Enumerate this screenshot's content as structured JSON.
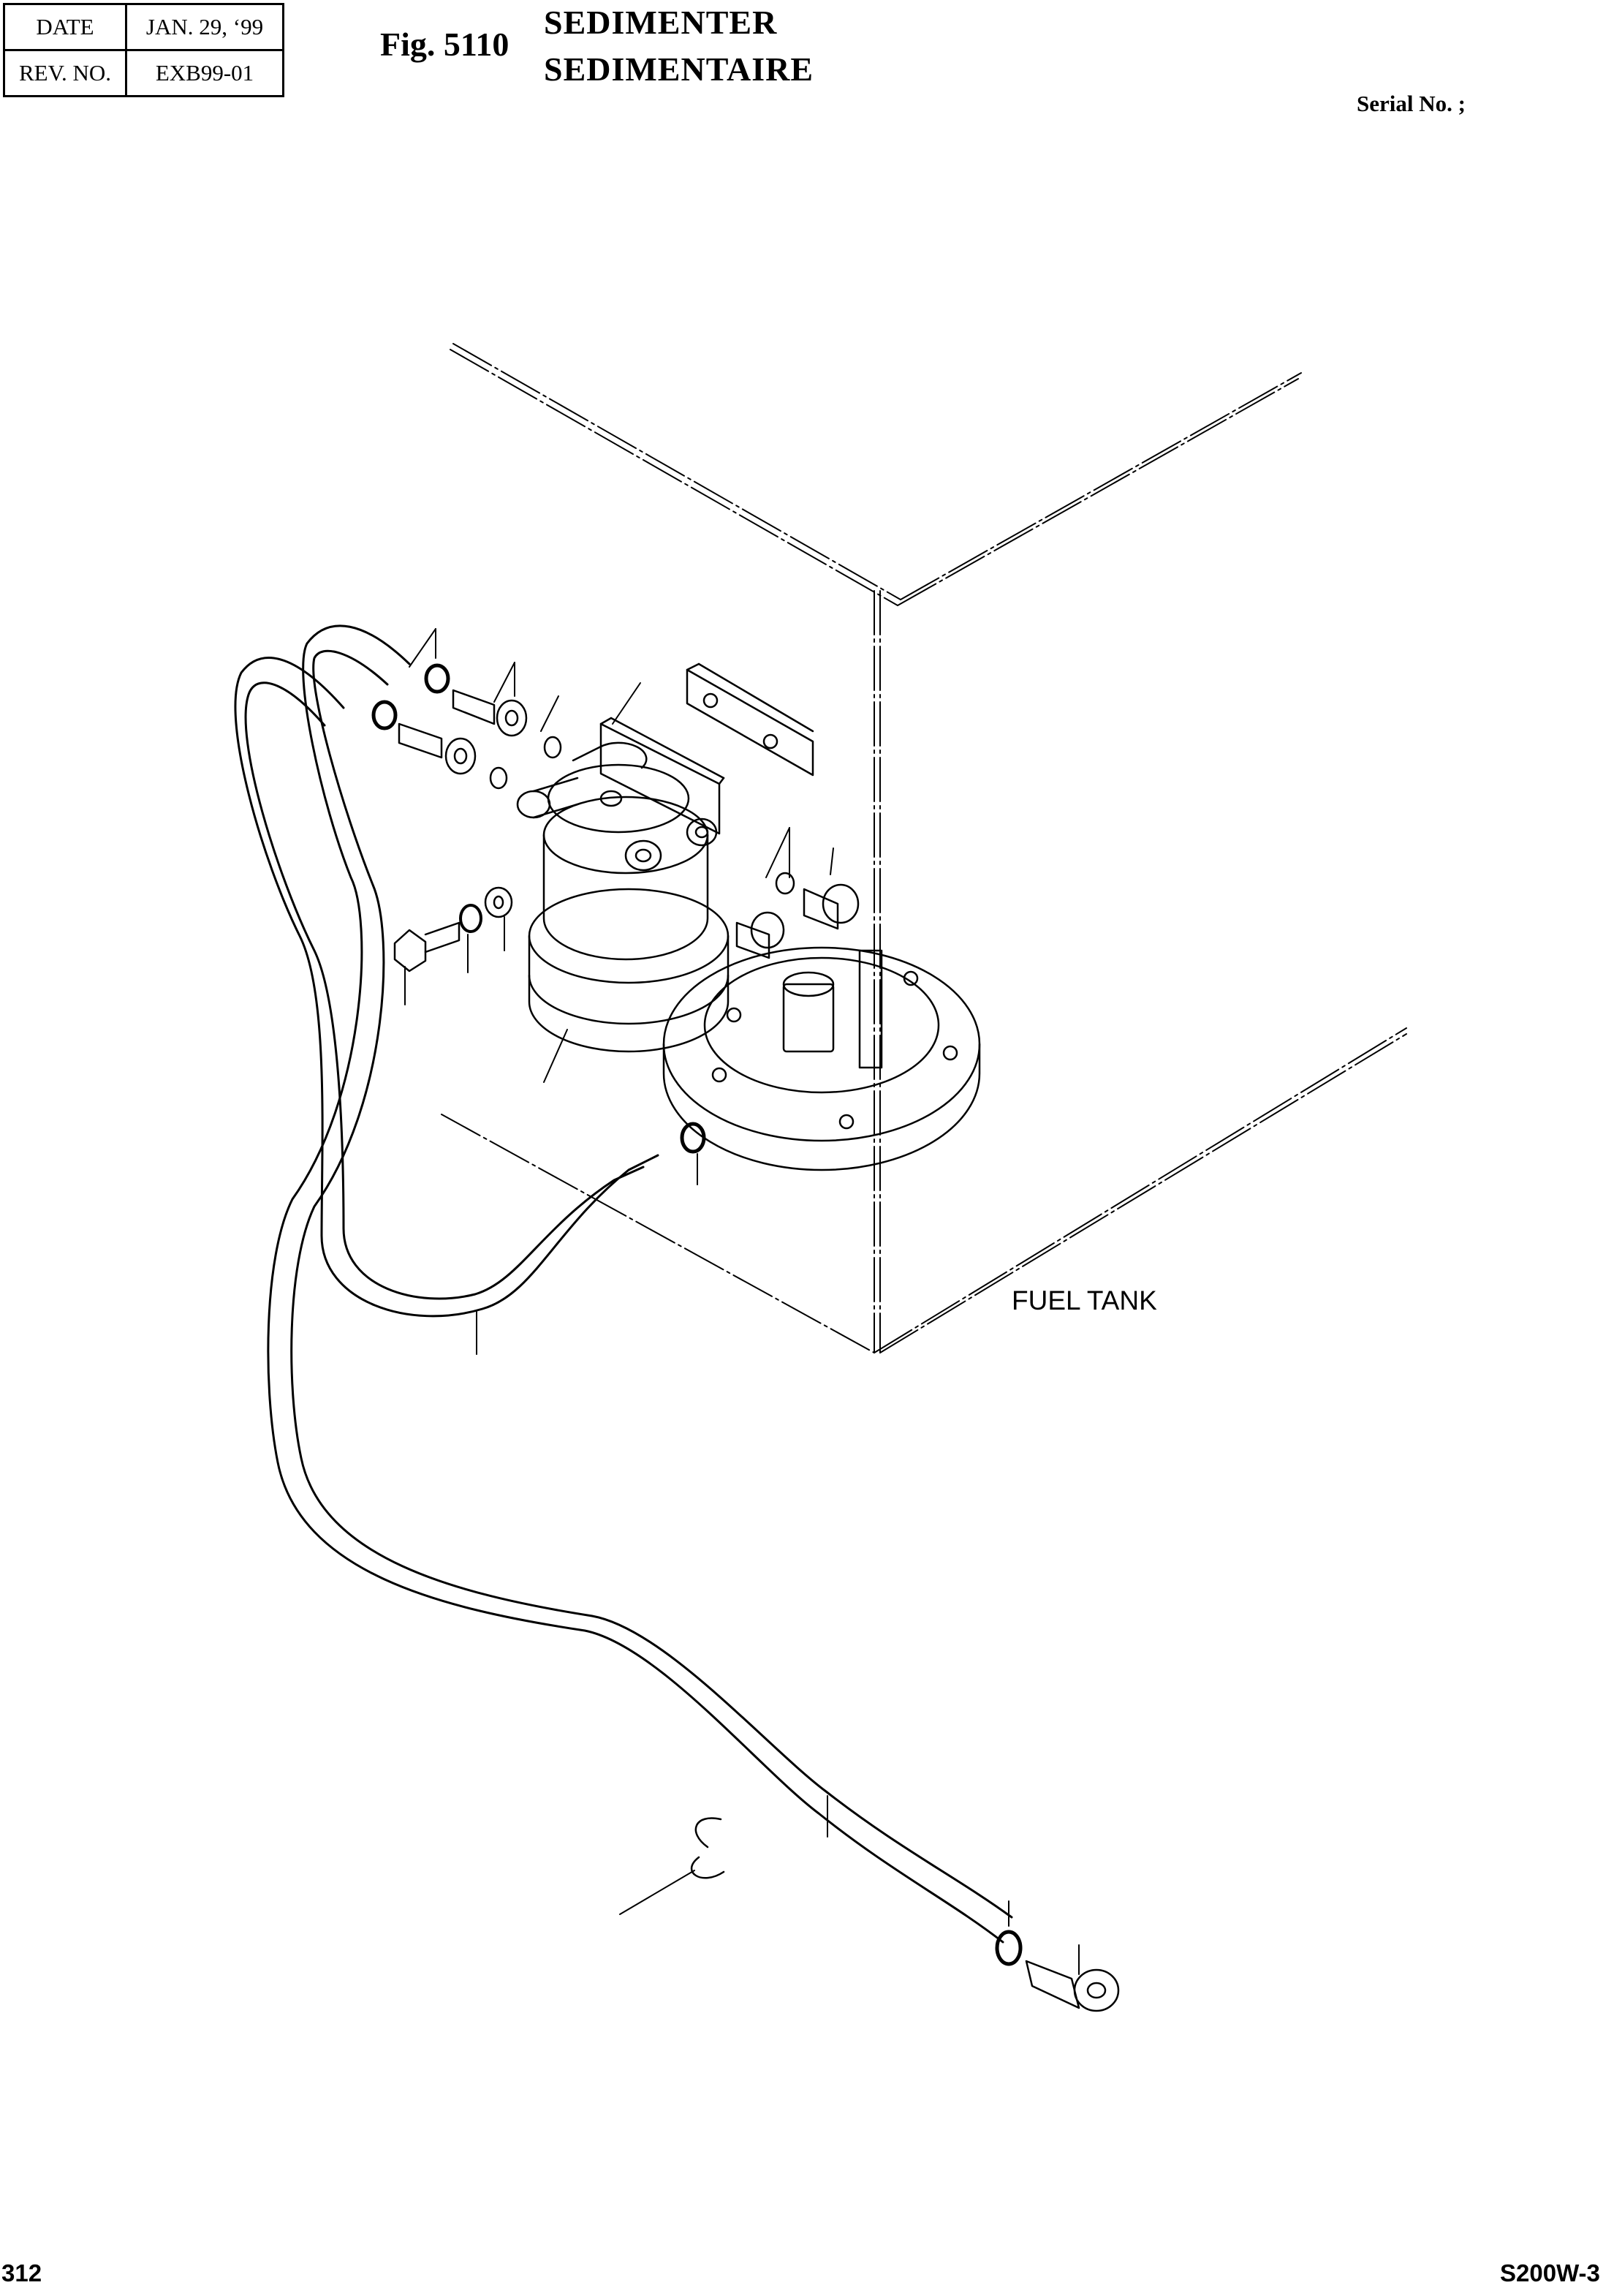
{
  "header": {
    "date_label": "DATE",
    "date_value": "JAN. 29, ‘99",
    "rev_label": "REV. NO.",
    "rev_value": "EXB99-01"
  },
  "figure": {
    "number": "Fig. 5110",
    "title_en": "SEDIMENTER",
    "title_fr": "SEDIMENTAIRE"
  },
  "serial_label": "Serial No. ;",
  "diagram": {
    "labels": {
      "fuel_tank": "FUEL TANK"
    },
    "parts": [
      "sedimenter-body",
      "bracket",
      "mounting-plate",
      "eye-bolt",
      "bolt",
      "washer",
      "plug",
      "o-ring",
      "hose-clamp",
      "fuel-hose",
      "elbow-fitting"
    ]
  },
  "footer": {
    "page": "312",
    "model": "S200W-3"
  }
}
